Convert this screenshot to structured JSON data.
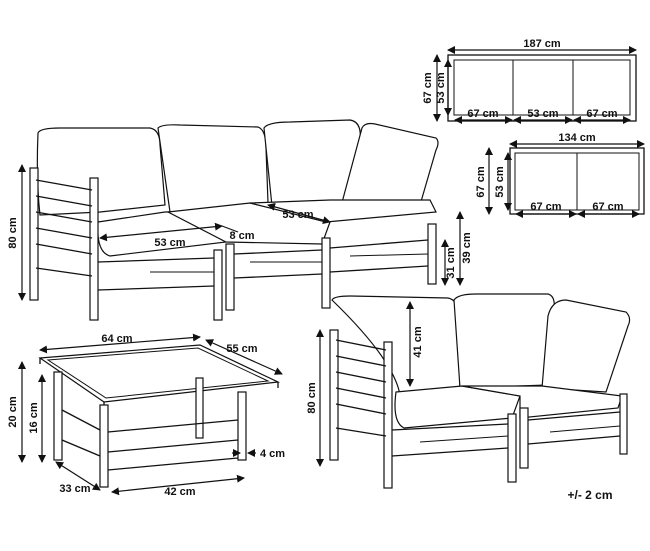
{
  "sofa": {
    "width": "53 cm",
    "depth": "53 cm",
    "gap": "8 cm",
    "height": "80 cm",
    "seat_height": "31 cm",
    "seat_top": "39 cm"
  },
  "table": {
    "top_width": "64 cm",
    "top_depth": "55 cm",
    "height": "20 cm",
    "leg_height": "16 cm",
    "base_depth": "33 cm",
    "base_width": "42 cm",
    "leg_thickness": "4 cm"
  },
  "loveseat": {
    "back_height": "41 cm",
    "height": "80 cm"
  },
  "plan_large": {
    "width": "187 cm",
    "depth": "67 cm",
    "inner_depth": "53 cm",
    "seg1": "67 cm",
    "seg2": "53 cm",
    "seg3": "67 cm"
  },
  "plan_small": {
    "width": "134 cm",
    "depth": "67 cm",
    "inner_depth": "53 cm",
    "seg1": "67 cm",
    "seg2": "67 cm"
  },
  "tolerance": "+/- 2 cm"
}
